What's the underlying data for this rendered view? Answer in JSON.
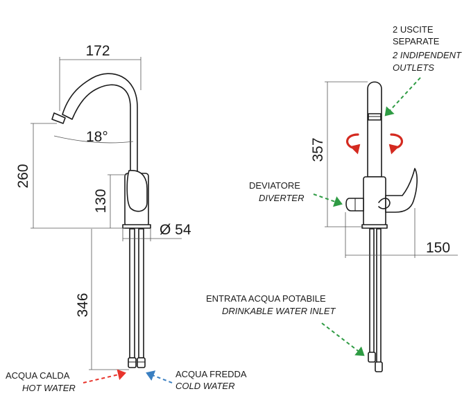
{
  "dimensions": {
    "width_spout": "172",
    "angle": "18°",
    "height_total": "260",
    "height_body": "130",
    "diameter": "Ø 54",
    "hose_length": "346",
    "height_side": "357",
    "width_side": "150"
  },
  "labels": {
    "outlets_it_1": "2  USCITE",
    "outlets_it_2": "SEPARATE",
    "outlets_en_1": "2 INDIPENDENT",
    "outlets_en_2": "OUTLETS",
    "diverter_it": "DEVIATORE",
    "diverter_en": "DIVERTER",
    "inlet_it": "ENTRATA ACQUA POTABILE",
    "inlet_en": "DRINKABLE WATER INLET",
    "hot_it": "ACQUA CALDA",
    "hot_en": "HOT WATER",
    "cold_it": "ACQUA FREDDA",
    "cold_en": "COLD WATER"
  },
  "colors": {
    "hot": "#e8342c",
    "cold": "#3a7fc1",
    "inlet": "#2e9b43",
    "rotation": "#d42a20"
  }
}
